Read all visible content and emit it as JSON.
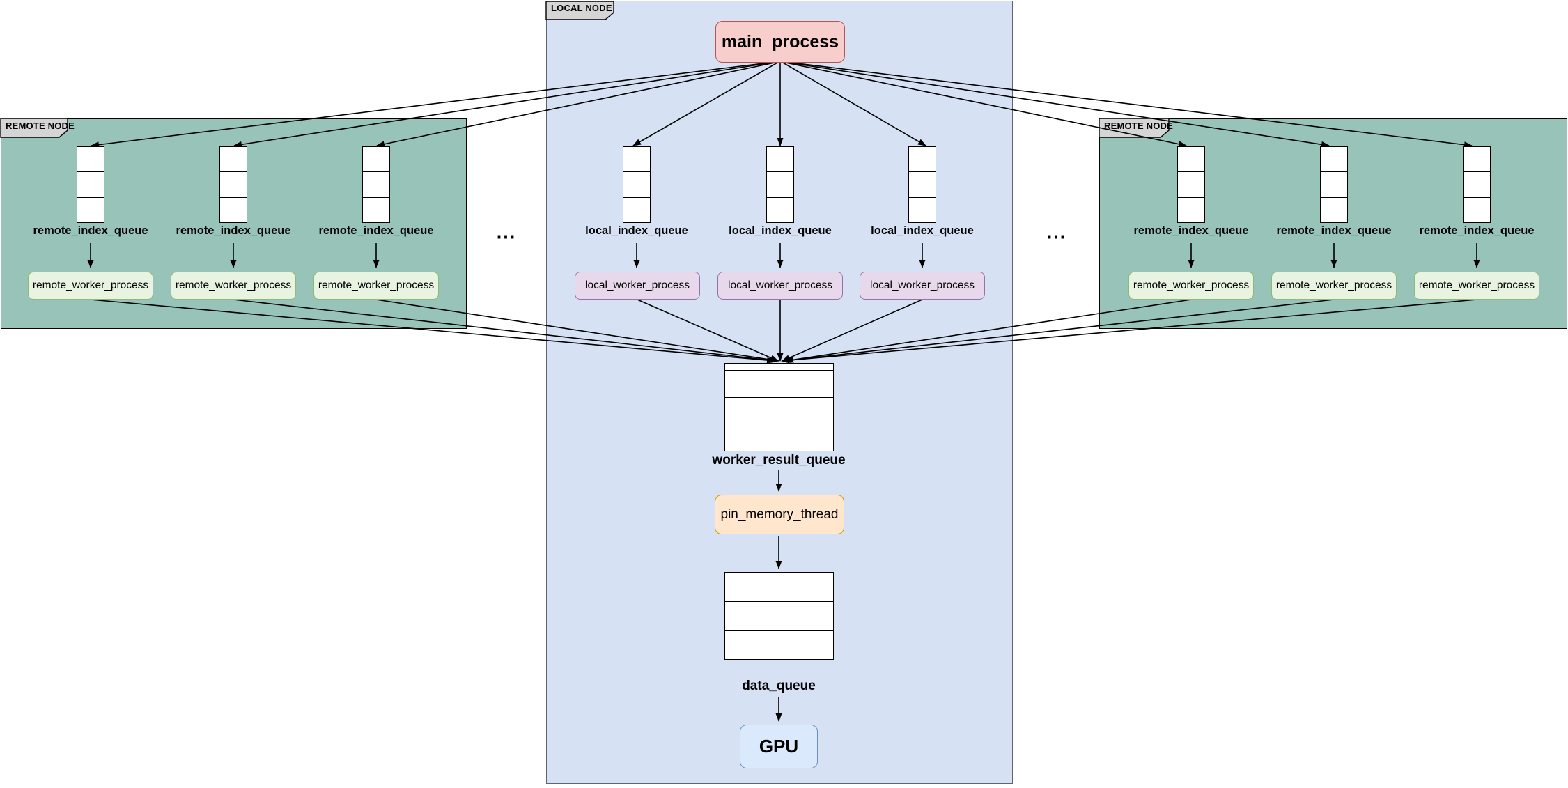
{
  "nodes": {
    "local": {
      "tag": "LOCAL NODE",
      "main_process_label": "main_process",
      "index_queue_labels": [
        "local_index_queue",
        "local_index_queue",
        "local_index_queue"
      ],
      "worker_labels": [
        "local_worker_process",
        "local_worker_process",
        "local_worker_process"
      ],
      "worker_result_queue_label": "worker_result_queue",
      "pin_memory_thread_label": "pin_memory_thread",
      "data_queue_label": "data_queue",
      "gpu_label": "GPU"
    },
    "remote_left": {
      "tag": "REMOTE NODE",
      "index_queue_labels": [
        "remote_index_queue",
        "remote_index_queue",
        "remote_index_queue"
      ],
      "worker_labels": [
        "remote_worker_process",
        "remote_worker_process",
        "remote_worker_process"
      ]
    },
    "remote_right": {
      "tag": "REMOTE NODE",
      "index_queue_labels": [
        "remote_index_queue",
        "remote_index_queue",
        "remote_index_queue"
      ],
      "worker_labels": [
        "remote_worker_process",
        "remote_worker_process",
        "remote_worker_process"
      ]
    }
  },
  "ellipsis_left": "...",
  "ellipsis_right": "...",
  "colors": {
    "local_node_fill": "#d6e2f4",
    "remote_node_fill": "#98c3b8",
    "tab_fill": "#d5d5d5",
    "main_process_fill": "#f8cecc",
    "main_process_stroke": "#b85450",
    "local_worker_fill": "#e7d9eb",
    "local_worker_stroke": "#9673a6",
    "remote_worker_fill": "#e9f3e1",
    "remote_worker_stroke": "#8fb974",
    "pin_memory_fill": "#ffe6cc",
    "pin_memory_stroke": "#d79b00",
    "gpu_fill": "#dbe9fc",
    "gpu_stroke": "#6c8ebf",
    "queue_fill": "#ffffff",
    "edge_color": "#000000"
  }
}
